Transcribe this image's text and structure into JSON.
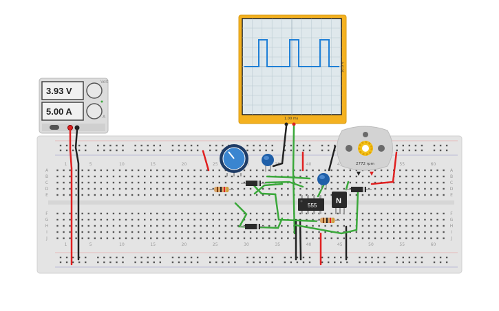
{
  "power_supply": {
    "voltage": "3.93 V",
    "current": "5.00 A",
    "knob_voltage_label": "Volt",
    "knob_current_label": "A"
  },
  "oscilloscope": {
    "time_per_div": "1.00 ms",
    "volts_per_div": "10.0 V",
    "trace_color": "#1e7fd6",
    "frame_color": "#f4b120"
  },
  "motor": {
    "speed": "2772 rpm"
  },
  "ic": {
    "label": "555"
  },
  "transistor": {
    "label": "N"
  },
  "breadboard": {
    "column_numbers": [
      "1",
      "5",
      "10",
      "15",
      "20",
      "25",
      "30",
      "35",
      "40",
      "45",
      "50",
      "55",
      "60"
    ],
    "row_letters_top": [
      "A",
      "B",
      "C",
      "D",
      "E"
    ],
    "row_letters_bottom": [
      "F",
      "G",
      "H",
      "I",
      "J"
    ]
  },
  "colors": {
    "wire_green": "#3aa83a",
    "wire_red": "#e02020",
    "wire_black": "#222222",
    "board": "#e4e4e4",
    "potentiometer": "#2f6fb0",
    "capacitor": "#1f5fa8"
  }
}
